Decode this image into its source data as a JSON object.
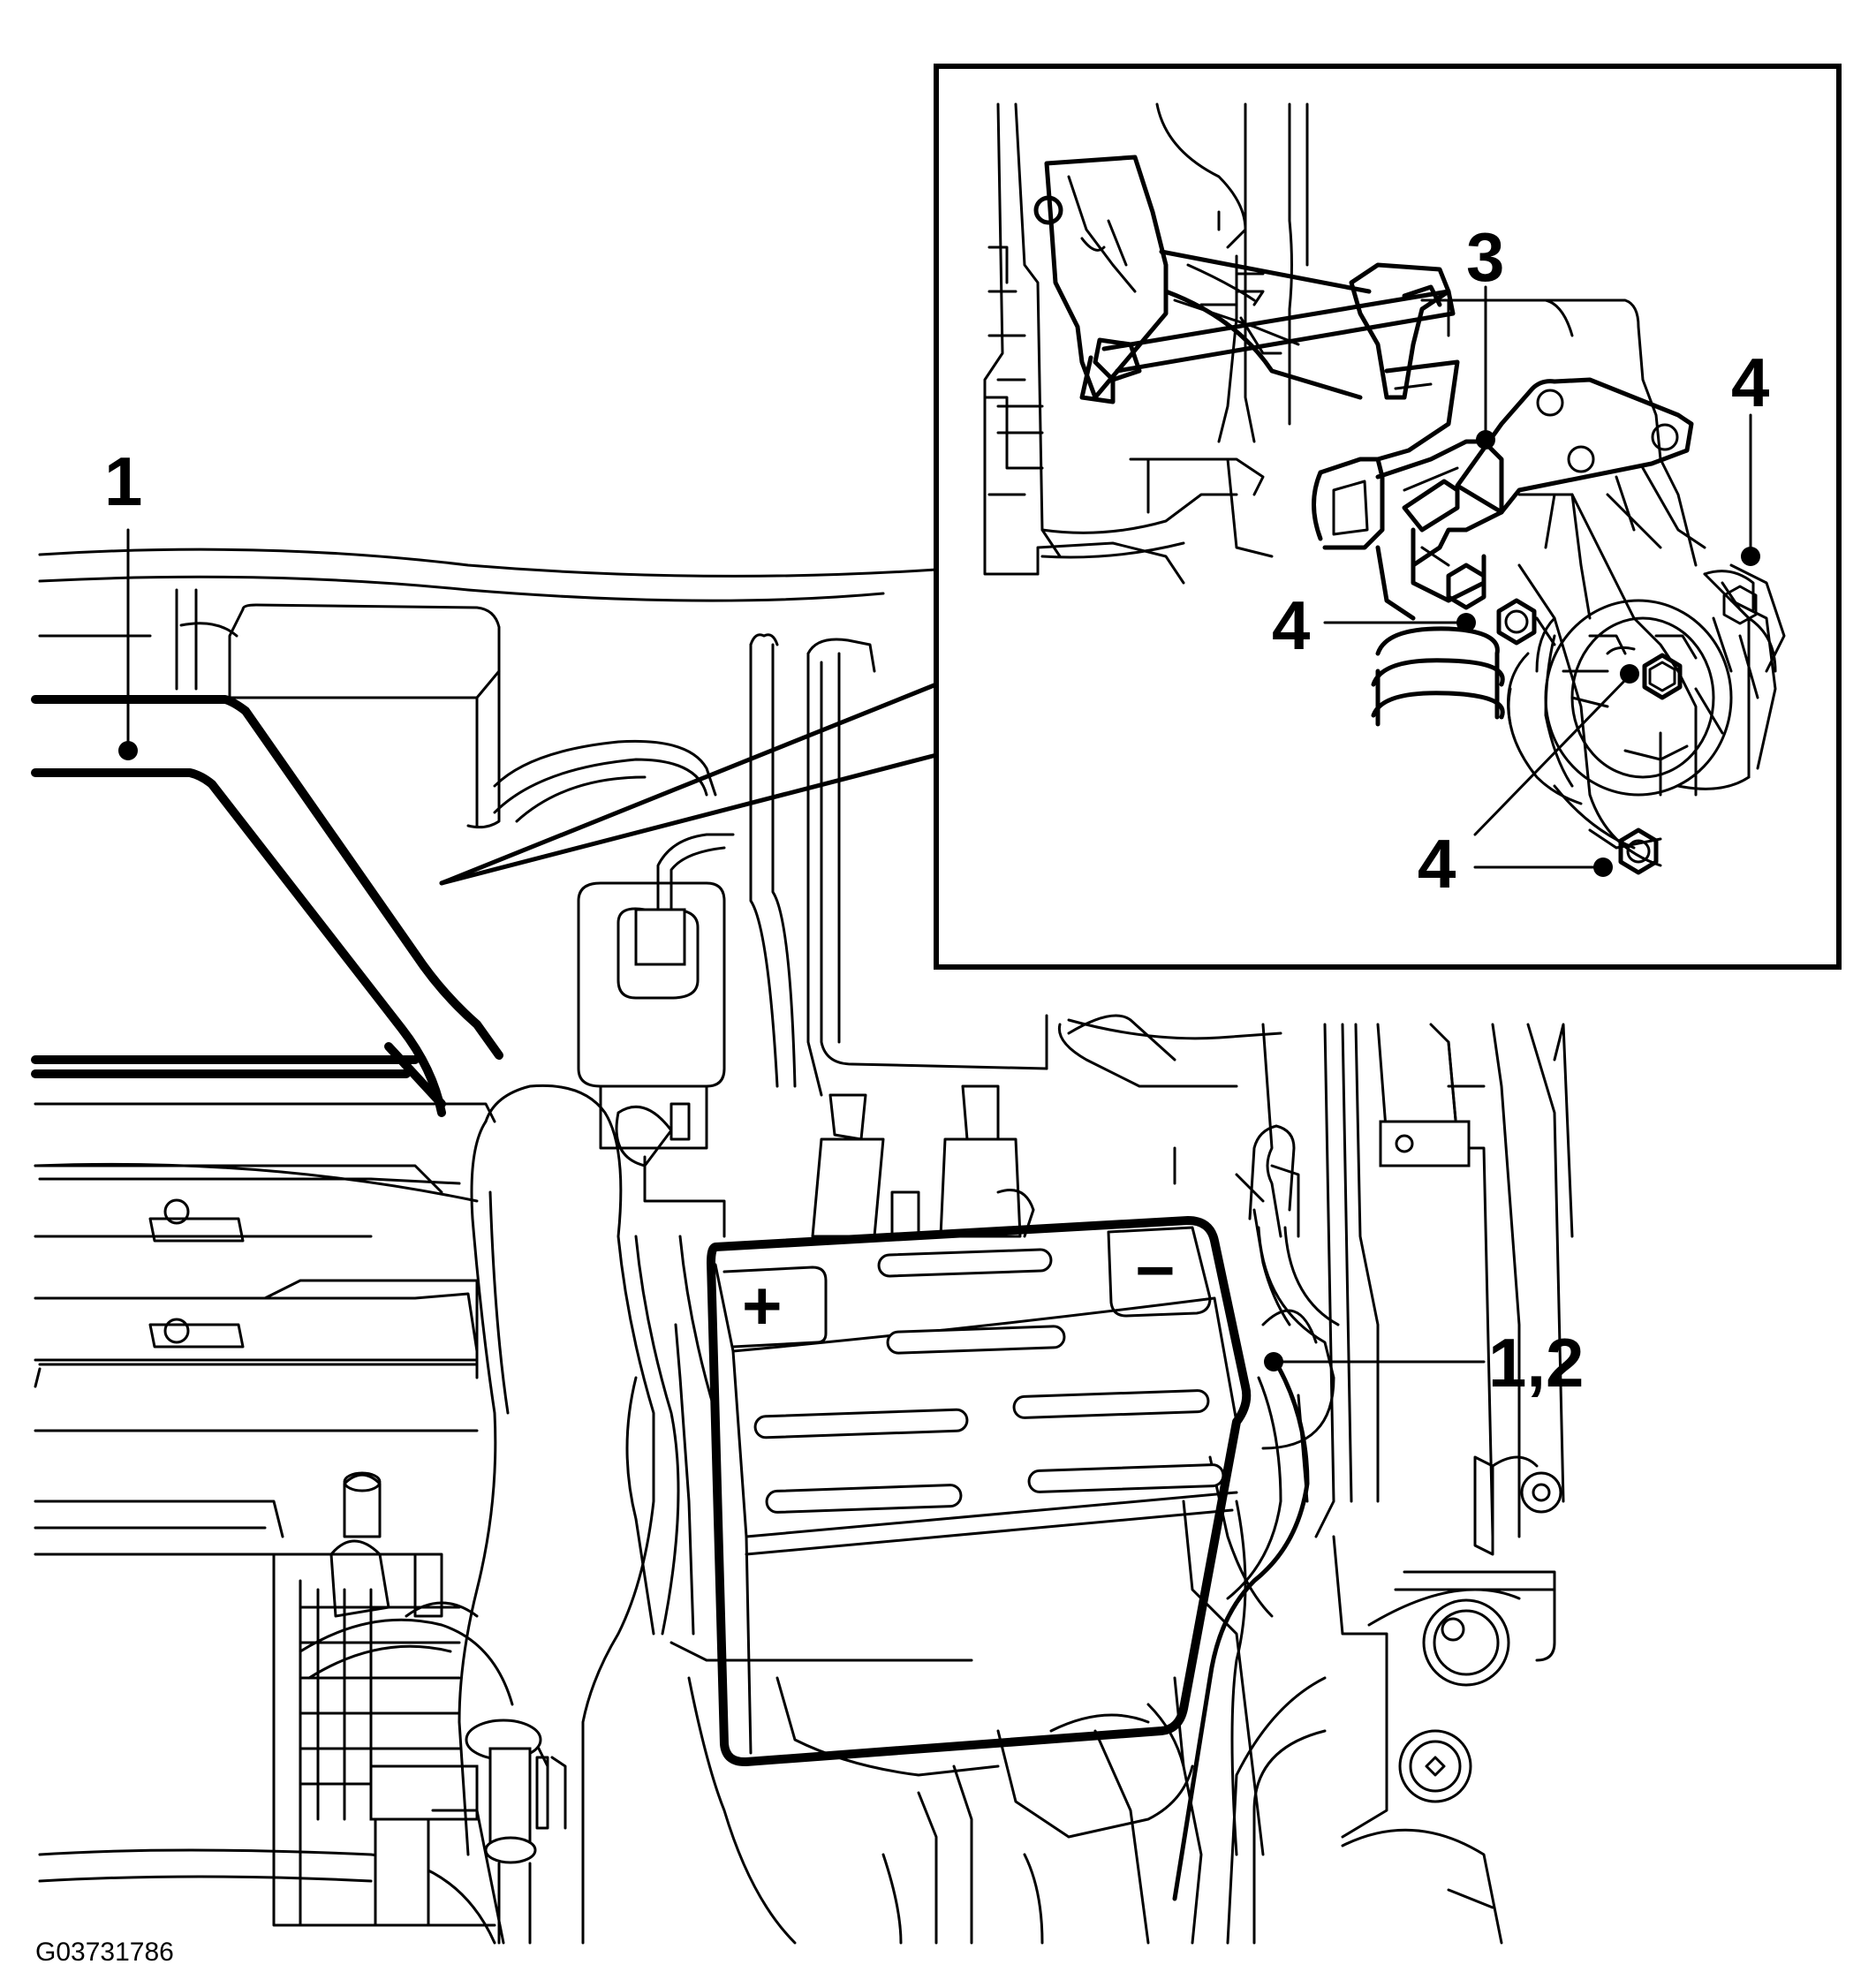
{
  "figure_id": "G03731786",
  "callouts": {
    "c1": "1",
    "c12": "1,2",
    "c3": "3",
    "c4a": "4",
    "c4b": "4",
    "c4c": "4",
    "c4d": "4"
  },
  "battery": {
    "plus": "+",
    "minus": "−"
  }
}
